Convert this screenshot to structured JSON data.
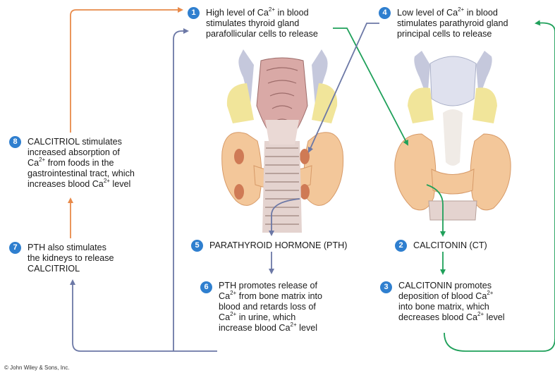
{
  "colors": {
    "badge": "#2f7fcf",
    "arrow_orange": "#e88a4a",
    "arrow_green": "#1fa05a",
    "arrow_blue": "#6c78a6"
  },
  "steps": [
    {
      "num": "1",
      "lines": [
        [
          "High level of Ca",
          "2+",
          " in blood"
        ],
        [
          "stimulates thyroid gland"
        ],
        [
          "parafollicular cells to release"
        ]
      ]
    },
    {
      "num": "2",
      "lines": [
        [
          "CALCITONIN (CT)"
        ]
      ]
    },
    {
      "num": "3",
      "lines": [
        [
          "CALCITONIN promotes"
        ],
        [
          "deposition of blood Ca",
          "2+"
        ],
        [
          "into bone matrix, which"
        ],
        [
          "decreases blood Ca",
          "2+",
          " level"
        ]
      ]
    },
    {
      "num": "4",
      "lines": [
        [
          "Low level of Ca",
          "2+",
          " in blood"
        ],
        [
          "stimulates parathyroid gland"
        ],
        [
          "principal cells to release"
        ]
      ]
    },
    {
      "num": "5",
      "lines": [
        [
          "PARATHYROID HORMONE (PTH)"
        ]
      ]
    },
    {
      "num": "6",
      "lines": [
        [
          "PTH promotes release of"
        ],
        [
          "Ca",
          "2+",
          " from bone matrix into"
        ],
        [
          "blood and retards loss of"
        ],
        [
          "Ca",
          "2+",
          " in urine, which"
        ],
        [
          "increase blood Ca",
          "2+",
          " level"
        ]
      ]
    },
    {
      "num": "7",
      "lines": [
        [
          "PTH also stimulates"
        ],
        [
          "the kidneys to release"
        ],
        [
          "CALCITRIOL"
        ]
      ]
    },
    {
      "num": "8",
      "lines": [
        [
          "CALCITRIOL stimulates"
        ],
        [
          "increased absorption of"
        ],
        [
          "Ca",
          "2+",
          " from foods in the"
        ],
        [
          "gastrointestinal tract, which"
        ],
        [
          "increases blood Ca",
          "2+",
          " level"
        ]
      ]
    }
  ],
  "copyright": "© John Wiley & Sons, Inc."
}
